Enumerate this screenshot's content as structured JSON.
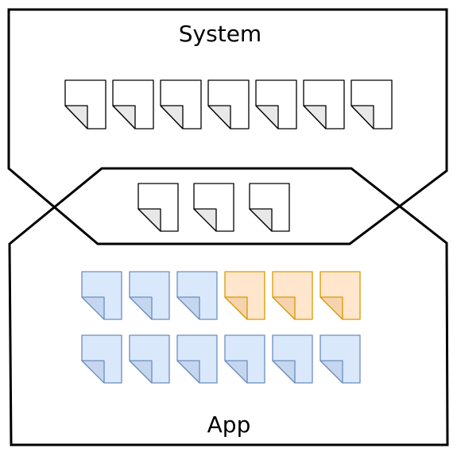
{
  "title_system": "System",
  "title_app": "App",
  "colors": {
    "outline": "#000000",
    "background": "#ffffff",
    "system_page_fill": "#ffffff",
    "system_page_fold": "#e8e8e8",
    "system_page_stroke": "#000000",
    "app_blue_fill": "#dae8fc",
    "app_blue_stroke": "#6c8ebf",
    "app_blue_fold": "#c6d6ee",
    "app_orange_fill": "#ffe6cc",
    "app_orange_stroke": "#d79b00",
    "app_orange_fold": "#f5d3ae"
  },
  "groups": {
    "system_pages": {
      "count": 7
    },
    "shared_pages": {
      "count": 3
    },
    "app_row_1": {
      "colors": [
        "blue",
        "blue",
        "blue",
        "orange",
        "orange",
        "orange"
      ]
    },
    "app_row_2": {
      "colors": [
        "blue",
        "blue",
        "blue",
        "blue",
        "blue",
        "blue"
      ]
    }
  },
  "icons": {
    "page": "page-icon"
  }
}
